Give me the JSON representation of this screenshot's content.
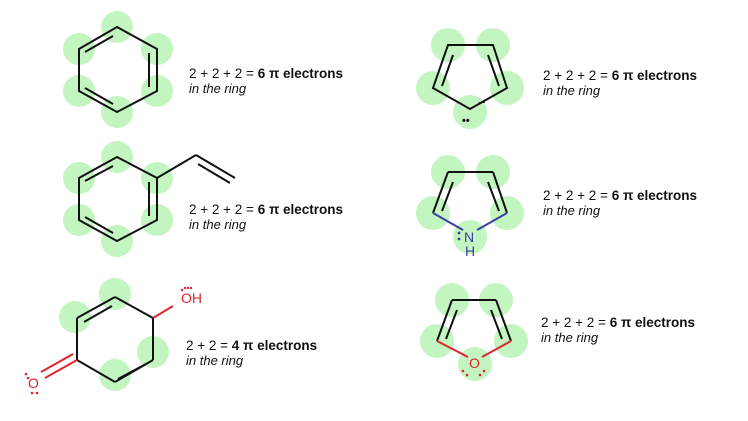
{
  "colors": {
    "highlight": "#c3f5c0",
    "bond": "#111111",
    "oxygen": "#e0242c",
    "nitrogen": "#3c3fa0"
  },
  "molecules": [
    {
      "name": "benzene",
      "caption": {
        "equation": "2 + 2 + 2 = ",
        "count": "6 π electrons",
        "note": "in the ring"
      }
    },
    {
      "name": "cyclopentadienyl-anion",
      "charge": "−",
      "lone_pair": "••",
      "caption": {
        "equation": "2 + 2 + 2 = ",
        "count": "6 π electrons",
        "note": "in the ring"
      }
    },
    {
      "name": "styrene",
      "caption": {
        "equation": "2 + 2 + 2 = ",
        "count": "6 π electrons",
        "note": "in the ring"
      }
    },
    {
      "name": "pyrrole",
      "atoms": {
        "n": "N",
        "h": "H"
      },
      "caption": {
        "equation": "2 + 2 + 2 = ",
        "count": "6 π electrons",
        "note": "in the ring"
      }
    },
    {
      "name": "4-hydroxycyclohexadienone",
      "atoms": {
        "oh": "OH",
        "o": "O"
      },
      "caption": {
        "equation": "2 + 2 = ",
        "count": "4 π electrons",
        "note": "in the ring"
      }
    },
    {
      "name": "furan",
      "atoms": {
        "o": "O"
      },
      "caption": {
        "equation": "2 + 2 + 2 = ",
        "count": "6 π electrons",
        "note": "in the ring"
      }
    }
  ]
}
